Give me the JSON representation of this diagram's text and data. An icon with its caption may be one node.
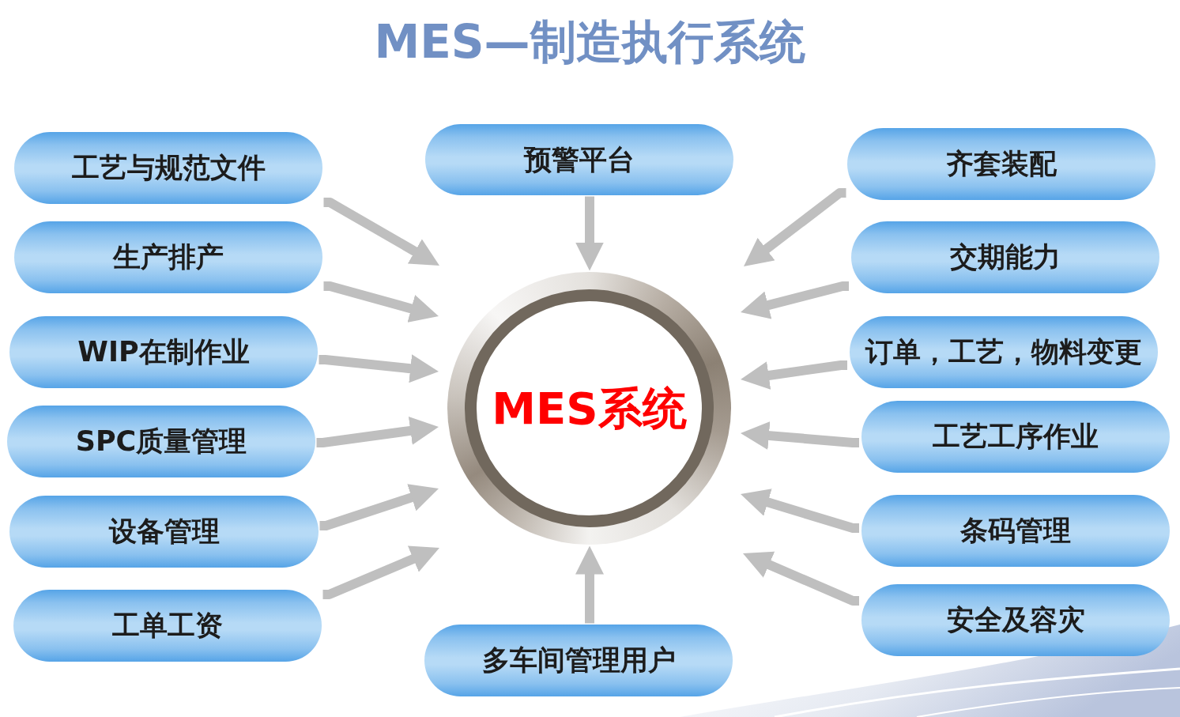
{
  "diagram": {
    "title": "MES—制造执行系统",
    "nodes": [
      {
        "text": [
          "工艺与规范文件"
        ]
      },
      {
        "text": [
          "生产排产"
        ]
      },
      {
        "text": [
          "WIP在制作业"
        ]
      },
      {
        "text": [
          "SPC质量管理"
        ]
      },
      {
        "text": [
          "设备管理"
        ]
      },
      {
        "text": [
          "工单工资"
        ]
      },
      {
        "text": [
          "预警平台"
        ]
      },
      {
        "text": [
          "MES系统"
        ]
      },
      {
        "text": [
          "多车间管理用户"
        ]
      },
      {
        "text": [
          "齐套装配"
        ]
      },
      {
        "text": [
          "交期能力"
        ]
      },
      {
        "text": [
          "订单，工艺，物料变更"
        ]
      },
      {
        "text": [
          "工艺工序作业"
        ]
      },
      {
        "text": [
          "条码管理"
        ]
      },
      {
        "text": [
          "安全及容灾"
        ]
      }
    ],
    "edges": [
      {
        "from": 0,
        "to": 7,
        "arrow": "to"
      },
      {
        "from": 1,
        "to": 7,
        "arrow": "to"
      },
      {
        "from": 2,
        "to": 7,
        "arrow": "to"
      },
      {
        "from": 3,
        "to": 7,
        "arrow": "to"
      },
      {
        "from": 4,
        "to": 7,
        "arrow": "to"
      },
      {
        "from": 5,
        "to": 7,
        "arrow": "to"
      },
      {
        "from": 6,
        "to": 7,
        "arrow": "to"
      },
      {
        "from": 8,
        "to": 7,
        "arrow": "to"
      },
      {
        "from": 9,
        "to": 7,
        "arrow": "to"
      },
      {
        "from": 10,
        "to": 7,
        "arrow": "to"
      },
      {
        "from": 11,
        "to": 7,
        "arrow": "to"
      },
      {
        "from": 12,
        "to": 7,
        "arrow": "to"
      },
      {
        "from": 13,
        "to": 7,
        "arrow": "to"
      },
      {
        "from": 14,
        "to": 7,
        "arrow": "to"
      }
    ]
  }
}
